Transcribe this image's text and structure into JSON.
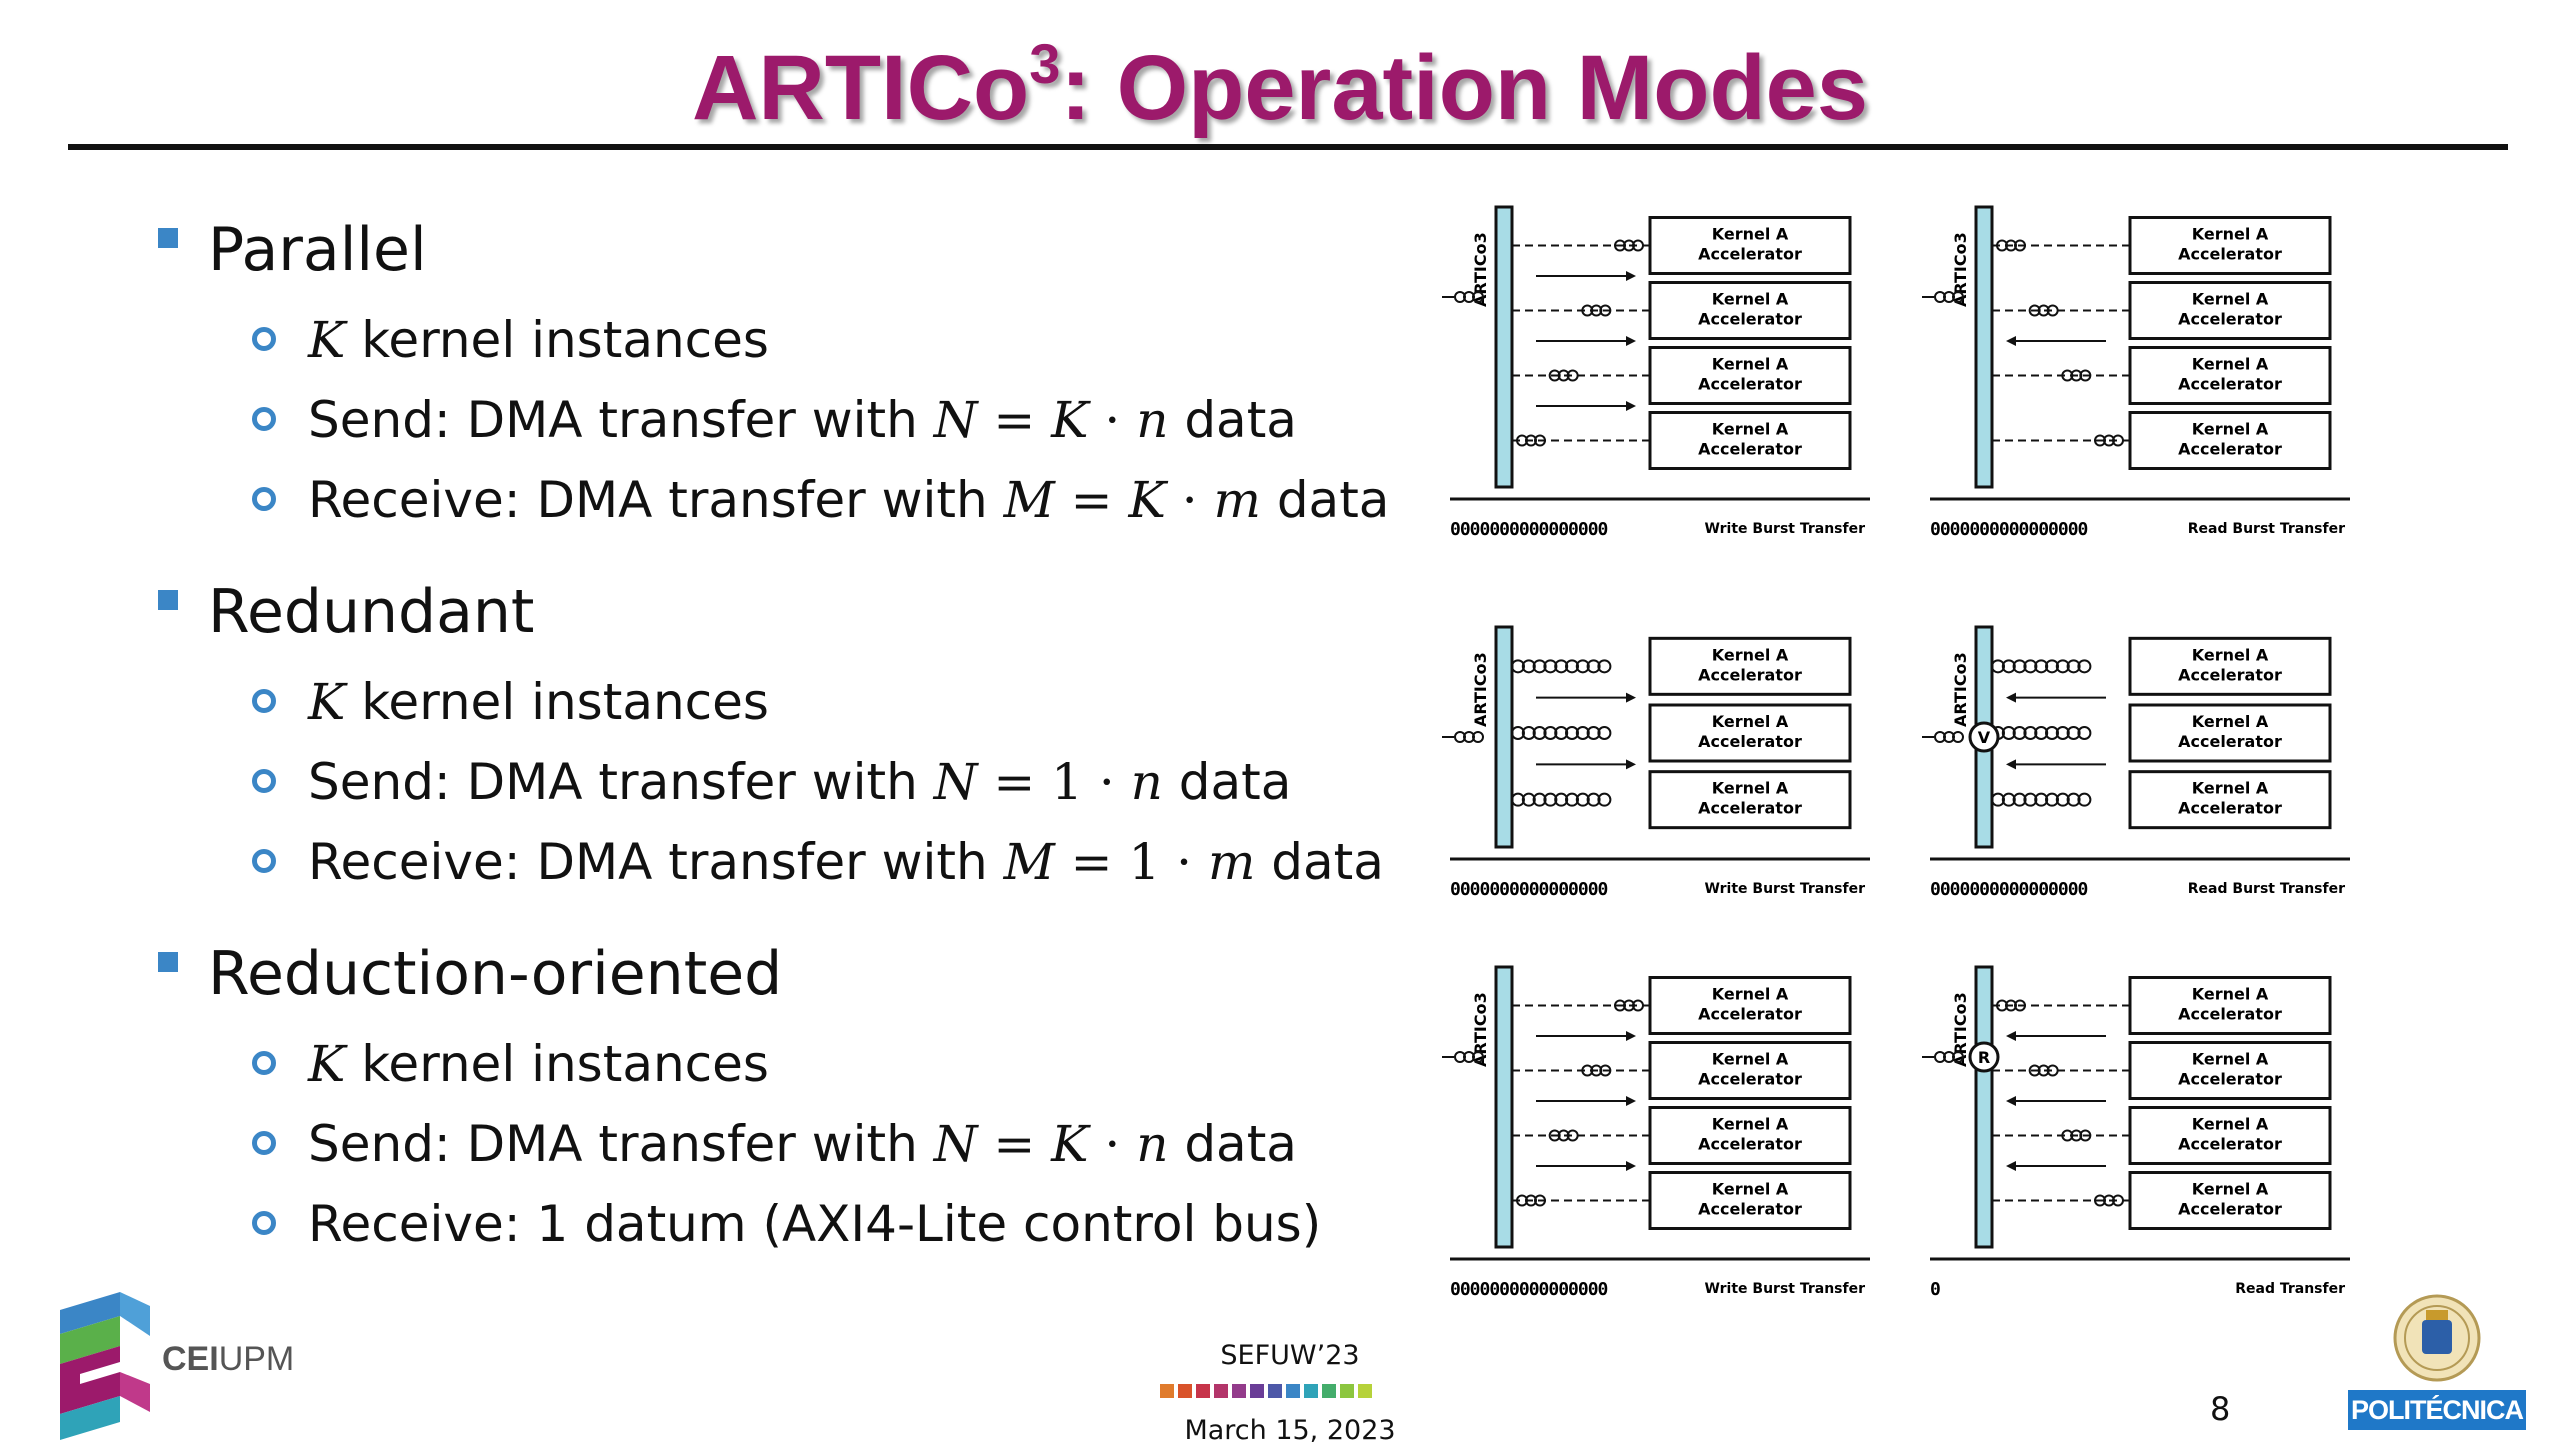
{
  "slide": {
    "title_main": "ARTICo",
    "title_sup": "3",
    "title_rest": ": Operation Modes",
    "title_color": "#9c1a6b",
    "bullet_color": "#3b86c6"
  },
  "sections": [
    {
      "label": "Parallel",
      "items": [
        {
          "var": "K",
          "text": " kernel instances"
        },
        {
          "pre": "Send: DMA transfer with ",
          "lhs": "N",
          "eq": " = ",
          "factor": "K",
          "dot": " · ",
          "unit": "n",
          "post": " data"
        },
        {
          "pre": "Receive: DMA transfer with ",
          "lhs": "M",
          "eq": " = ",
          "factor": "K",
          "dot": " · ",
          "unit": "m",
          "post": " data"
        }
      ]
    },
    {
      "label": "Redundant",
      "items": [
        {
          "var": "K",
          "text": " kernel instances"
        },
        {
          "pre": "Send: DMA transfer with ",
          "lhs": "N",
          "eq": " = ",
          "factor": "1",
          "dot": " · ",
          "unit": "n",
          "post": " data"
        },
        {
          "pre": "Receive: DMA transfer with ",
          "lhs": "M",
          "eq": " = ",
          "factor": "1",
          "dot": " · ",
          "unit": "m",
          "post": " data"
        }
      ]
    },
    {
      "label": "Reduction-oriented",
      "items": [
        {
          "var": "K",
          "text": " kernel instances"
        },
        {
          "pre": "Send: DMA transfer with ",
          "lhs": "N",
          "eq": " = ",
          "factor": "K",
          "dot": " · ",
          "unit": "n",
          "post": " data"
        },
        {
          "text_only": "Receive: 1 datum (AXI4-Lite control bus)"
        }
      ]
    }
  ],
  "diagrams": {
    "bus_label": "ARTICo3",
    "kernel_line1": "Kernel A",
    "kernel_line2": "Accelerator",
    "bus_color": "#a8dce6",
    "panels": [
      {
        "row": 0,
        "col": 0,
        "kernels": 4,
        "dir": "write",
        "stream": "0000000000000000",
        "caption": "Write Burst Transfer",
        "mode": "parallel"
      },
      {
        "row": 0,
        "col": 1,
        "kernels": 4,
        "dir": "read",
        "stream": "0000000000000000",
        "caption": "Read Burst Transfer",
        "mode": "parallel"
      },
      {
        "row": 1,
        "col": 0,
        "kernels": 3,
        "dir": "write",
        "stream": "0000000000000000",
        "caption": "Write Burst Transfer",
        "mode": "redundant"
      },
      {
        "row": 1,
        "col": 1,
        "kernels": 3,
        "dir": "read",
        "stream": "0000000000000000",
        "caption": "Read Burst Transfer",
        "mode": "redundant",
        "marker": "V"
      },
      {
        "row": 2,
        "col": 0,
        "kernels": 4,
        "dir": "write",
        "stream": "0000000000000000",
        "caption": "Write Burst Transfer",
        "mode": "reduction"
      },
      {
        "row": 2,
        "col": 1,
        "kernels": 4,
        "dir": "read",
        "stream": "0",
        "caption": "Read Transfer",
        "mode": "reduction",
        "marker": "R"
      }
    ]
  },
  "footer": {
    "cei_label_bold": "CEI",
    "cei_label_light": "UPM",
    "event": "SEFUW’23",
    "date": "March 15, 2023",
    "page": "8",
    "upm_label": "POLITÉCNICA",
    "bar_colors": [
      "#e07b2c",
      "#d9532a",
      "#c7344a",
      "#b3356a",
      "#933b8b",
      "#6a3d97",
      "#4d58a8",
      "#3b86c6",
      "#2fa3b8",
      "#44ad6b",
      "#8cc63f",
      "#b6d23a"
    ]
  }
}
